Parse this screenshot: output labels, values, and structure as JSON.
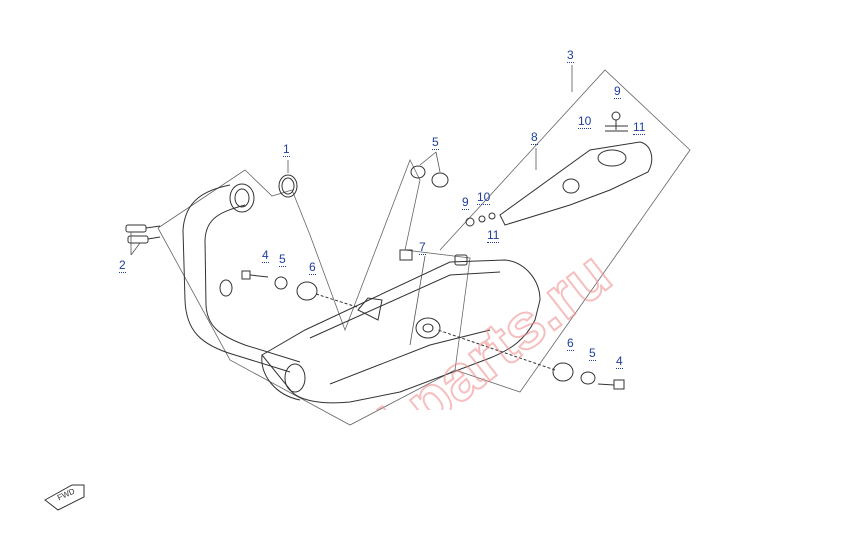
{
  "header_text": "",
  "watermark": "cf-parts.ru",
  "fwd_label": "FWD",
  "callouts": [
    {
      "id": "c1",
      "text": "1"
    },
    {
      "id": "c2",
      "text": "2"
    },
    {
      "id": "c3",
      "text": "3"
    },
    {
      "id": "c4a",
      "text": "4"
    },
    {
      "id": "c4b",
      "text": "4"
    },
    {
      "id": "c5a",
      "text": "5"
    },
    {
      "id": "c5b",
      "text": "5"
    },
    {
      "id": "c5c",
      "text": "5"
    },
    {
      "id": "c6a",
      "text": "6"
    },
    {
      "id": "c6b",
      "text": "6"
    },
    {
      "id": "c7",
      "text": "7"
    },
    {
      "id": "c8",
      "text": "8"
    },
    {
      "id": "c9a",
      "text": "9"
    },
    {
      "id": "c9b",
      "text": "9"
    },
    {
      "id": "c10a",
      "text": "10"
    },
    {
      "id": "c10b",
      "text": "10"
    },
    {
      "id": "c11a",
      "text": "11"
    },
    {
      "id": "c11b",
      "text": "11"
    }
  ],
  "colors": {
    "line": "#444444",
    "callout": "#1f3f9a",
    "watermark": "#f08a8a"
  }
}
